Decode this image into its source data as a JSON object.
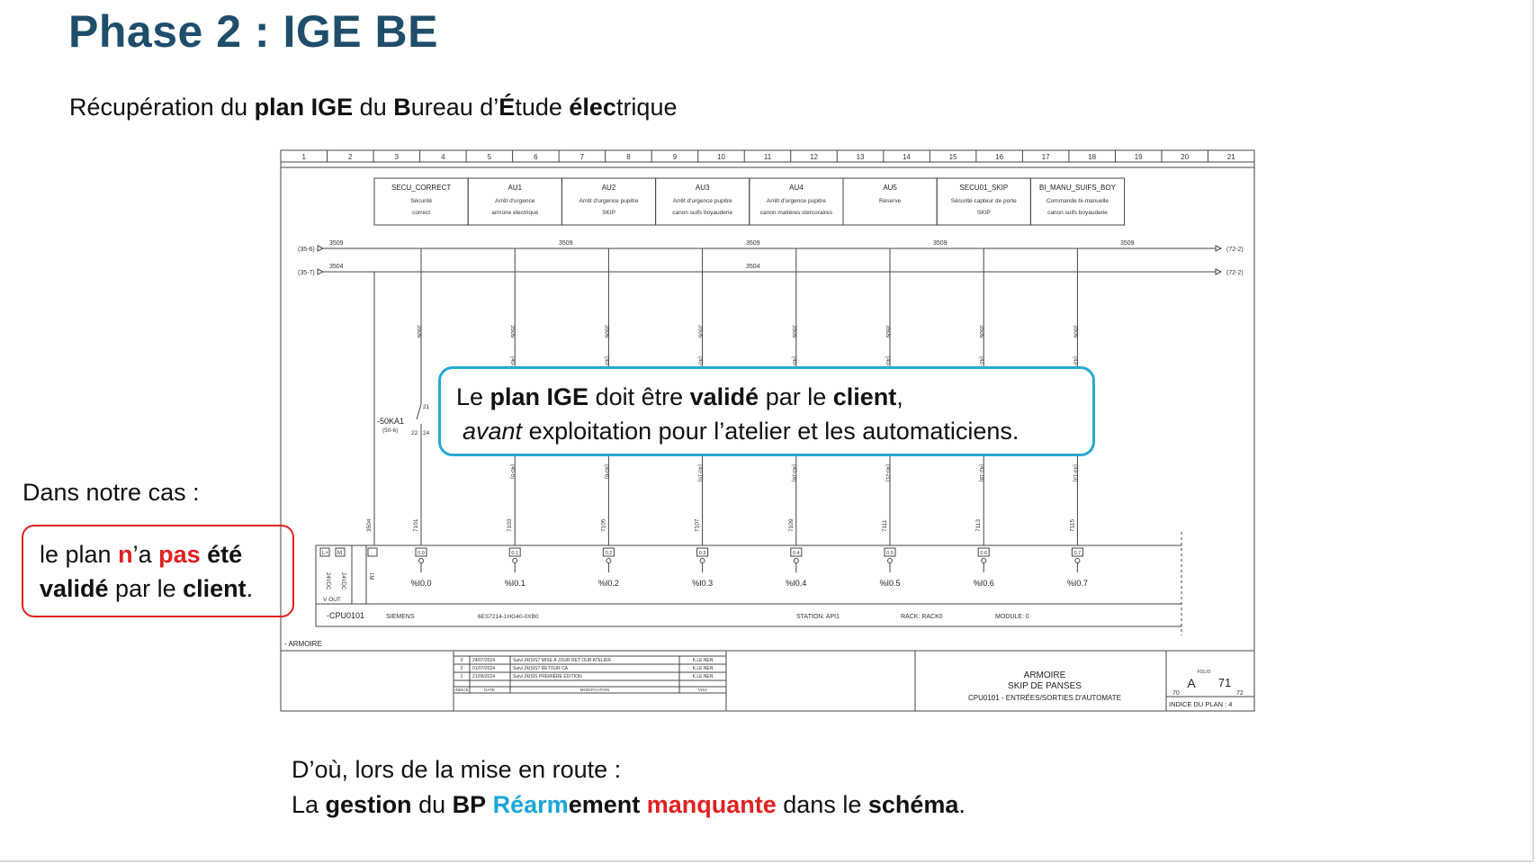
{
  "title": "Phase 2 : IGE BE",
  "subtitle": {
    "p1": "Récupération du ",
    "b1": "plan IGE",
    "p2": " du ",
    "b2": "B",
    "p3": "ureau d’",
    "b3": "É",
    "p4": "tude ",
    "b4": "élec",
    "p5": "trique"
  },
  "note": {
    "l1_p1": "Le ",
    "l1_b1": "plan IGE",
    "l1_p2": " doit être ",
    "l1_b2": "validé",
    "l1_p3": " par le ",
    "l1_b3": "client",
    "l1_p4": ",",
    "l2_i": "avant",
    "l2_p": " exploitation pour l’atelier et les automaticiens."
  },
  "case": {
    "label": "Dans notre cas :",
    "l1_p1": "le plan ",
    "l1_r1": "n",
    "l1_p2": "’a ",
    "l1_r2": "pas",
    "l1_p3": " ",
    "l1_b1": "été",
    "l2_b1": "validé",
    "l2_p1": " par le ",
    "l2_b2": "client",
    "l2_p2": "."
  },
  "bottom": {
    "l1": "D’où, lors de la mise en route :",
    "l2_p1": "La ",
    "l2_b1": "gestion",
    "l2_p2": " du ",
    "l2_b2": "BP",
    "l2_p3": " ",
    "l2_blue": "Réarm",
    "l2_b3": "ement",
    "l2_p4": " ",
    "l2_red": "manquante",
    "l2_p5": " dans le ",
    "l2_b4": "schéma",
    "l2_p6": "."
  },
  "schema": {
    "columns": [
      "1",
      "2",
      "3",
      "4",
      "5",
      "6",
      "7",
      "8",
      "9",
      "10",
      "11",
      "12",
      "13",
      "14",
      "15",
      "16",
      "17",
      "18",
      "19",
      "20",
      "21"
    ],
    "blocks": [
      {
        "tag": "SECU_CORRECT",
        "l1": "Sécurité",
        "l2": "correct"
      },
      {
        "tag": "AU1",
        "l1": "Arrêt d'urgence",
        "l2": "armoire électrique"
      },
      {
        "tag": "AU2",
        "l1": "Arrêt d'urgence pupitre",
        "l2": "SKIP"
      },
      {
        "tag": "AU3",
        "l1": "Arrêt d'urgence pupitre",
        "l2": "canon suifs boyauderie"
      },
      {
        "tag": "AU4",
        "l1": "Arrêt d'urgence pupitre",
        "l2": "canon matières stercoraires"
      },
      {
        "tag": "AU5",
        "l1": "Réserve",
        "l2": ""
      },
      {
        "tag": "SECU01_SKIP",
        "l1": "Sécurité capteur de porte",
        "l2": "SKIP"
      },
      {
        "tag": "BI_MANU_SUIFS_BOY",
        "l1": "Commande bi-manuelle",
        "l2": "canon suifs boyauderie"
      }
    ],
    "bus1": {
      "ref_in": "(35-6)",
      "label": "3509",
      "ref_out": "(72-2)"
    },
    "bus2": {
      "ref_in": "(35-7)",
      "label": "3504",
      "ref_out": "(72-2)"
    },
    "drop_wire": "3509",
    "drop_refs": [
      "(40-5)",
      "(40-6)",
      "(40-10)",
      "(40-16)",
      "(40-21)",
      "(42-18)",
      "(43-13)"
    ],
    "wires": [
      "7103",
      "7105",
      "7107",
      "7109",
      "7111",
      "7113",
      "7115"
    ],
    "contact": {
      "tag": "-50KA1",
      "ref": "(50-6)",
      "n1": "21",
      "n2": "22",
      "n3": "24"
    },
    "wire_first": "7101",
    "wire_3504": "3504",
    "inputs": [
      "%I0.0",
      "%I0.1",
      "%I0.2",
      "%I0.3",
      "%I0.4",
      "%I0.5",
      "%I0.6",
      "%I0.7"
    ],
    "addr": [
      "0.0",
      "0.1",
      "0.2",
      "0.3",
      "0.4",
      "0.5",
      "0.6",
      "0.7"
    ],
    "supply": {
      "lplus": "L+",
      "m": "M",
      "v1": "24VDC",
      "v2": "24VDC",
      "vout": "V OUT",
      "m1": "1M"
    },
    "cpu": {
      "tag": "-CPU0101",
      "brand": "SIEMENS",
      "ref": "6ES7214-1HG40-0XB0",
      "station": "STATION:  API1",
      "rack": "RACK:  RACK0",
      "module": "MODULE:  0"
    },
    "cabinet": "- ARMOIRE",
    "revisions": [
      {
        "n": "3",
        "date": "24/07/2024",
        "text": "Suivi 24(S/S7 MISE À JOUR RET OUR ATELIER",
        "who": "K.LE NEN"
      },
      {
        "n": "2",
        "date": "01/07/2024",
        "text": "Suivi 24(S/S7 RETOUR CA",
        "who": "K.LE NEN"
      },
      {
        "n": "1",
        "date": "21/06/2024",
        "text": "Suivi 24(S/S PREMIÈRE ÉDITION",
        "who": "K.LE NEN"
      }
    ],
    "rev_header": {
      "n": "INDICE",
      "date": "DATE",
      "text": "MODIFICATION",
      "who": "VISA"
    },
    "titleblock": {
      "l1": "ARMOIRE",
      "l2": "SKIP DE PANSES",
      "l3": "CPU0101 - ENTRÉES/SORTIES D'AUTOMATE"
    },
    "folio": {
      "label": "FOLIO",
      "letter": "A",
      "num": "71",
      "prev": "70",
      "next": "72",
      "index": "INDICE DU PLAN : 4"
    }
  }
}
